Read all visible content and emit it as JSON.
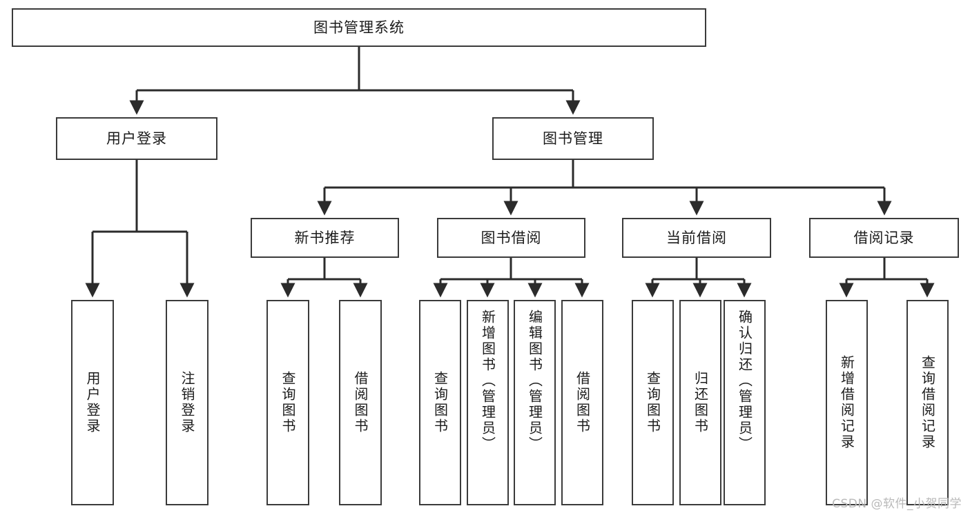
{
  "diagram": {
    "type": "tree-hierarchy",
    "title": "图书管理系统",
    "orientation": "top-down",
    "colors": {
      "box_border": "#3a3a3a",
      "box_fill": "#ffffff",
      "connector": "#2b2b2b",
      "text": "#1b1b1b",
      "watermark": "#b9b9b9",
      "background": "#ffffff"
    },
    "root": {
      "label": "图书管理系统"
    },
    "level2": [
      {
        "label": "用户登录"
      },
      {
        "label": "图书管理"
      }
    ],
    "level3": [
      {
        "label": "新书推荐"
      },
      {
        "label": "图书借阅"
      },
      {
        "label": "当前借阅"
      },
      {
        "label": "借阅记录"
      }
    ],
    "leaves": {
      "user_login": [
        {
          "label": "用户登录"
        },
        {
          "label": "注销登录"
        }
      ],
      "new_book_recommend": [
        {
          "label": "查询图书"
        },
        {
          "label": "借阅图书"
        }
      ],
      "book_borrow": [
        {
          "label": "查询图书"
        },
        {
          "label": "新增图书（管理员）"
        },
        {
          "label": "编辑图书（管理员）"
        },
        {
          "label": "借阅图书"
        }
      ],
      "current_borrow": [
        {
          "label": "查询图书"
        },
        {
          "label": "归还图书"
        },
        {
          "label": "确认归还（管理员）"
        }
      ],
      "borrow_record": [
        {
          "label": "新增借阅记录"
        },
        {
          "label": "查询借阅记录"
        }
      ]
    }
  },
  "watermark": {
    "text": "CSDN @软件_小贺同学"
  }
}
